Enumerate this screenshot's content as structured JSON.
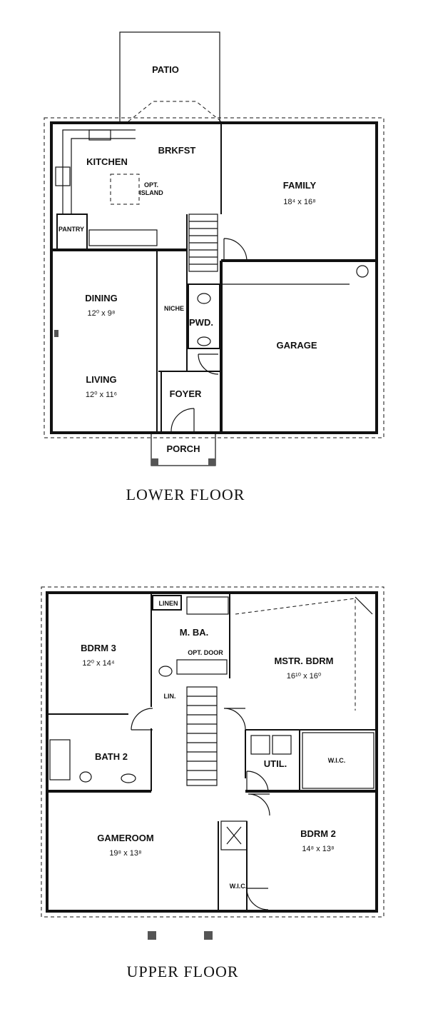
{
  "lower_floor": {
    "title": "LOWER FLOOR",
    "rooms": {
      "patio": "PATIO",
      "kitchen": "KITCHEN",
      "breakfast": "BRKFST",
      "opt_island_1": "OPT.",
      "opt_island_2": "ISLAND",
      "family": "FAMILY",
      "family_dim": "18⁴ x 16⁸",
      "pantry": "PANTRY",
      "dining": "DINING",
      "dining_dim": "12⁰ x 9⁸",
      "niche": "NICHE",
      "powder": "PWD.",
      "garage": "GARAGE",
      "living": "LIVING",
      "living_dim": "12⁰ x 11⁶",
      "foyer": "FOYER",
      "porch": "PORCH"
    }
  },
  "upper_floor": {
    "title": "UPPER FLOOR",
    "rooms": {
      "linen": "LINEN",
      "master_bath": "M. BA.",
      "bedroom3": "BDRM 3",
      "bedroom3_dim": "12⁰ x 14⁴",
      "opt_door": "OPT. DOOR",
      "master_bedroom": "MSTR. BDRM",
      "master_bedroom_dim": "16¹⁰ x 16⁰",
      "linen_closet": "LIN.",
      "bath2": "BATH 2",
      "utility": "UTIL.",
      "wic_master": "W.I.C.",
      "gameroom": "GAMEROOM",
      "gameroom_dim": "19⁸ x 13⁸",
      "bedroom2": "BDRM 2",
      "bedroom2_dim": "14⁸ x 13⁸",
      "wic_bedroom2": "W.I.C."
    }
  }
}
